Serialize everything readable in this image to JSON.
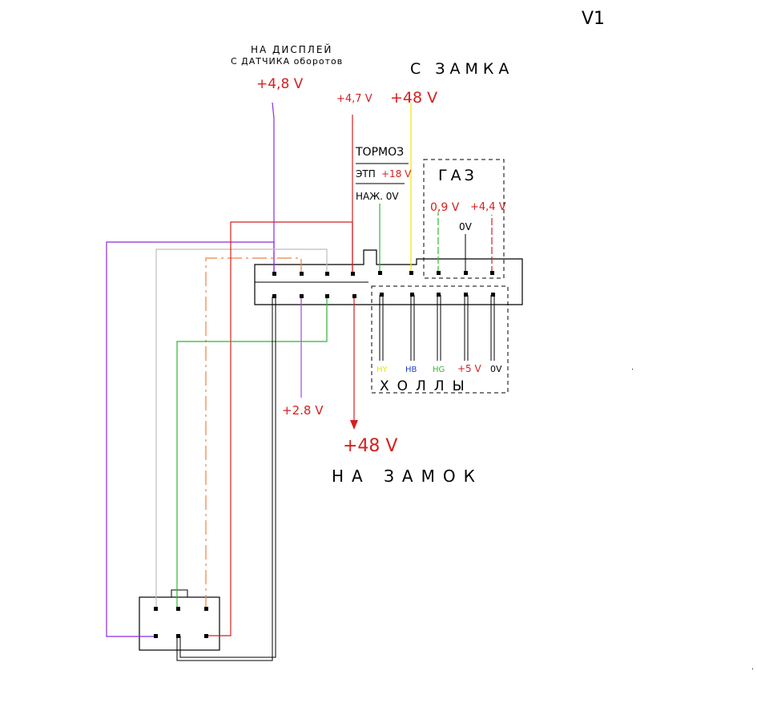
{
  "version": "V1",
  "display": {
    "line1": "НА ДИСПЛЕЙ",
    "line2": "С ДАТЧИКА оборотов",
    "voltage": "+4,8 V"
  },
  "key_lock": {
    "title": "С ЗАМКА",
    "voltage": "+48 V"
  },
  "top_voltage": "+4,7 V",
  "brake": {
    "title": "ТОРМОЗ",
    "etp_label": "ЭТП",
    "etp_voltage": "+18 V",
    "pressed_label": "НАЖ. 0V"
  },
  "throttle": {
    "title": "ГАЗ",
    "v1": "0,9 V",
    "v2": "0V",
    "v3": "+4,4 V"
  },
  "halls": {
    "title": "ХОЛЛЫ",
    "labels": [
      "HY",
      "HB",
      "HG",
      "+5 V",
      "0V"
    ],
    "label_colors": [
      "#e6e600",
      "#1f3fc8",
      "#2eb82e",
      "#d42020",
      "#000000"
    ]
  },
  "misc": {
    "v28": "+2.8 V",
    "out_voltage": "+48 V",
    "out_label": "НА ЗАМОК"
  },
  "colors": {
    "red": "#d42020",
    "purple": "#8a2be2",
    "gray": "#bdbdbd",
    "orange": "#f08040",
    "green": "#2eb82e",
    "yellow": "#f2e600",
    "black": "#000000"
  }
}
